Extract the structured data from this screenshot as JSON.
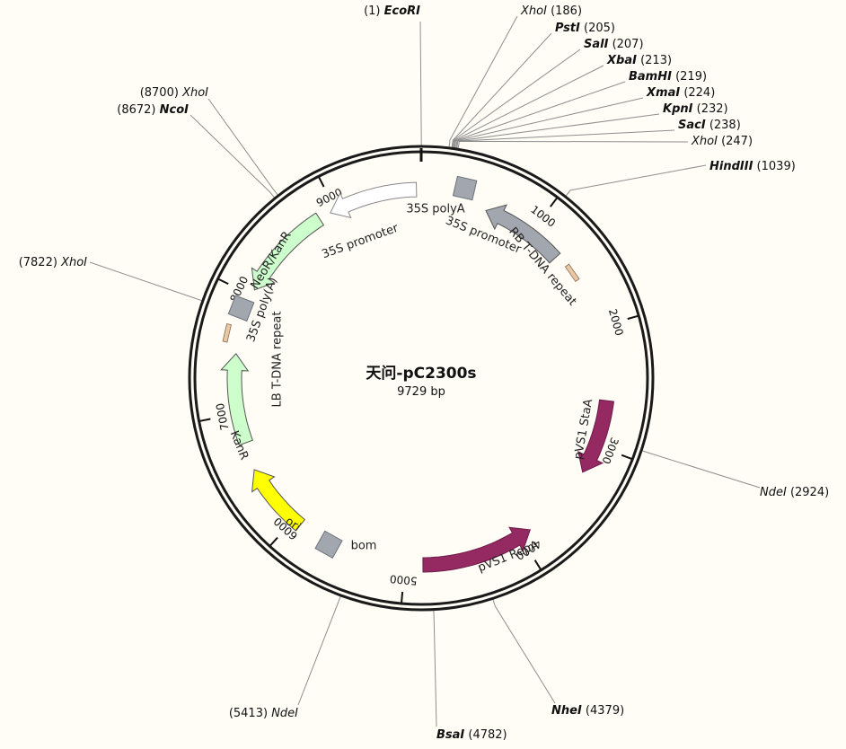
{
  "map": {
    "name": "天问-pC2300s",
    "length_label": "9729 bp",
    "total_bp": 9729
  },
  "ticks": [
    {
      "bp": 1000,
      "label": "1000"
    },
    {
      "bp": 2000,
      "label": "2000"
    },
    {
      "bp": 3000,
      "label": "3000"
    },
    {
      "bp": 4000,
      "label": "4000"
    },
    {
      "bp": 5000,
      "label": "5000"
    },
    {
      "bp": 6000,
      "label": "6000"
    },
    {
      "bp": 7000,
      "label": "7000"
    },
    {
      "bp": 8000,
      "label": "8000"
    },
    {
      "bp": 9000,
      "label": "9000"
    }
  ],
  "sites": [
    {
      "id": "ecori",
      "name": "EcoRI",
      "pos": 1,
      "pos_label": "(1)",
      "bold": true
    },
    {
      "id": "xhoi-186",
      "name": "XhoI",
      "pos": 186,
      "pos_label": "(186)",
      "bold": false
    },
    {
      "id": "psti",
      "name": "PstI",
      "pos": 205,
      "pos_label": "(205)",
      "bold": true
    },
    {
      "id": "sali",
      "name": "SalI",
      "pos": 207,
      "pos_label": "(207)",
      "bold": true
    },
    {
      "id": "xbai",
      "name": "XbaI",
      "pos": 213,
      "pos_label": "(213)",
      "bold": true
    },
    {
      "id": "bamhi",
      "name": "BamHI",
      "pos": 219,
      "pos_label": "(219)",
      "bold": true
    },
    {
      "id": "xmai",
      "name": "XmaI",
      "pos": 224,
      "pos_label": "(224)",
      "bold": true
    },
    {
      "id": "kpni",
      "name": "KpnI",
      "pos": 232,
      "pos_label": "(232)",
      "bold": true
    },
    {
      "id": "saci",
      "name": "SacI",
      "pos": 238,
      "pos_label": "(238)",
      "bold": true
    },
    {
      "id": "xhoi-247",
      "name": "XhoI",
      "pos": 247,
      "pos_label": "(247)",
      "bold": false
    },
    {
      "id": "hindiii",
      "name": "HindIII",
      "pos": 1039,
      "pos_label": "(1039)",
      "bold": true
    },
    {
      "id": "ndei-2924",
      "name": "NdeI",
      "pos": 2924,
      "pos_label": "(2924)",
      "bold": false
    },
    {
      "id": "nhei",
      "name": "NheI",
      "pos": 4379,
      "pos_label": "(4379)",
      "bold": true
    },
    {
      "id": "bsai",
      "name": "BsaI",
      "pos": 4782,
      "pos_label": "(4782)",
      "bold": true
    },
    {
      "id": "ndei-5413",
      "name": "NdeI",
      "pos": 5413,
      "pos_label": "(5413)",
      "bold": false
    },
    {
      "id": "xhoi-7822",
      "name": "XhoI",
      "pos": 7822,
      "pos_label": "(7822)",
      "bold": false
    },
    {
      "id": "ncoi",
      "name": "NcoI",
      "pos": 8672,
      "pos_label": "(8672)",
      "bold": true
    },
    {
      "id": "xhoi-8700",
      "name": "XhoI",
      "pos": 8700,
      "pos_label": "(8700)",
      "bold": false
    }
  ],
  "features": [
    {
      "id": "35s-polya",
      "name": "35S polyA",
      "start": 220,
      "end": 480,
      "direction": "none",
      "color": "#a2a7af"
    },
    {
      "id": "35s-promoter-right",
      "name": "35S promoter",
      "start": 570,
      "end": 1300,
      "direction": "ccw",
      "color": "#a2a7af"
    },
    {
      "id": "rb-tdna-repeat",
      "name": "RB T-DNA repeat",
      "start": 1460,
      "end": 1520,
      "direction": "none",
      "color": "#e9c8a6"
    },
    {
      "id": "pvs1-staa",
      "name": "pVS1 StaA",
      "start": 2620,
      "end": 3250,
      "direction": "cw",
      "color": "#952a63"
    },
    {
      "id": "pvs1-repa",
      "name": "pVS1 RepA",
      "start": 3900,
      "end": 4850,
      "direction": "ccw",
      "color": "#952a63"
    },
    {
      "id": "bom",
      "name": "bom",
      "start": 5580,
      "end": 5720,
      "direction": "none",
      "color": "#a2a7af"
    },
    {
      "id": "ori",
      "name": "ori",
      "start": 5930,
      "end": 6520,
      "direction": "cw",
      "color": "#ffff00"
    },
    {
      "id": "kanr",
      "name": "KanR",
      "start": 6750,
      "end": 7500,
      "direction": "cw",
      "color": "#ccffcc"
    },
    {
      "id": "lb-tdna-repeat",
      "name": "LB T-DNA repeat",
      "start": 7620,
      "end": 7680,
      "direction": "none",
      "color": "#e9c8a6"
    },
    {
      "id": "35s-polya-left",
      "name": "35S poly(A)",
      "start": 7780,
      "end": 7960,
      "direction": "none",
      "color": "#a2a7af"
    },
    {
      "id": "neor-kanr",
      "name": "NeoR/KanR",
      "start": 8050,
      "end": 8850,
      "direction": "ccw",
      "color": "#ccffcc"
    },
    {
      "id": "35s-promoter-left",
      "name": "35S promoter",
      "start": 8950,
      "end": 9690,
      "direction": "ccw",
      "color": "#ffffff"
    }
  ],
  "backbone_color": "#1a1a1a"
}
